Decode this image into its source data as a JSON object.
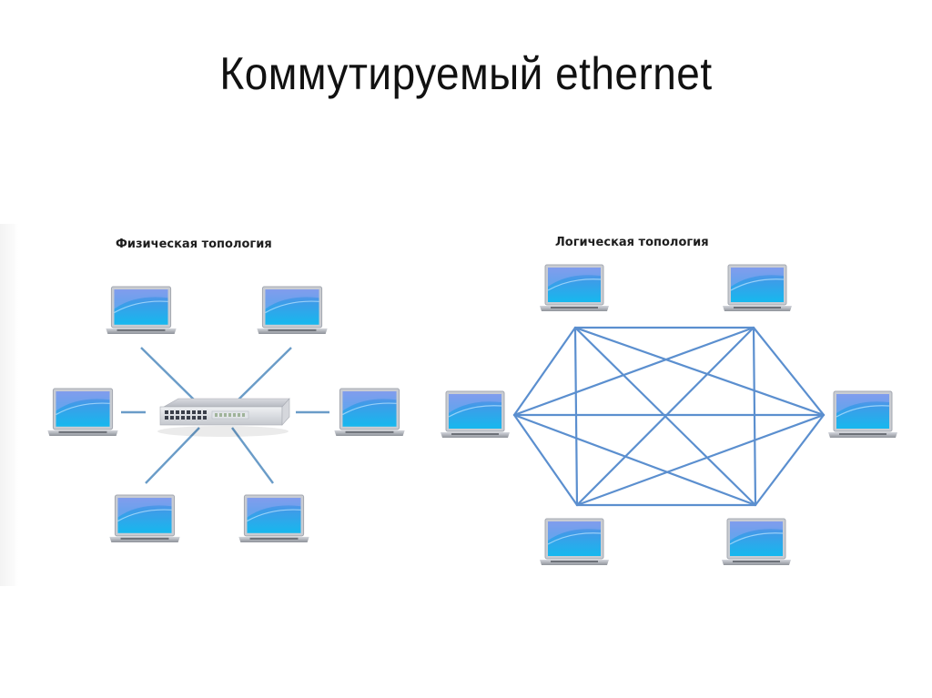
{
  "slide": {
    "title": "Коммутируемый ethernet"
  },
  "physical_topology": {
    "title": "Физическая топология",
    "center_device": "switch-icon",
    "nodes": [
      "laptop-icon",
      "laptop-icon",
      "laptop-icon",
      "laptop-icon",
      "laptop-icon",
      "laptop-icon"
    ],
    "link_color": "#6a9cc8"
  },
  "logical_topology": {
    "title": "Логическая топология",
    "nodes": [
      "laptop-icon",
      "laptop-icon",
      "laptop-icon",
      "laptop-icon",
      "laptop-icon",
      "laptop-icon"
    ],
    "link_type": "full-mesh",
    "link_color": "#5b8fcf"
  },
  "colors": {
    "screen": "#2aa3e8",
    "laptop_frame": "#b8bcc4"
  }
}
